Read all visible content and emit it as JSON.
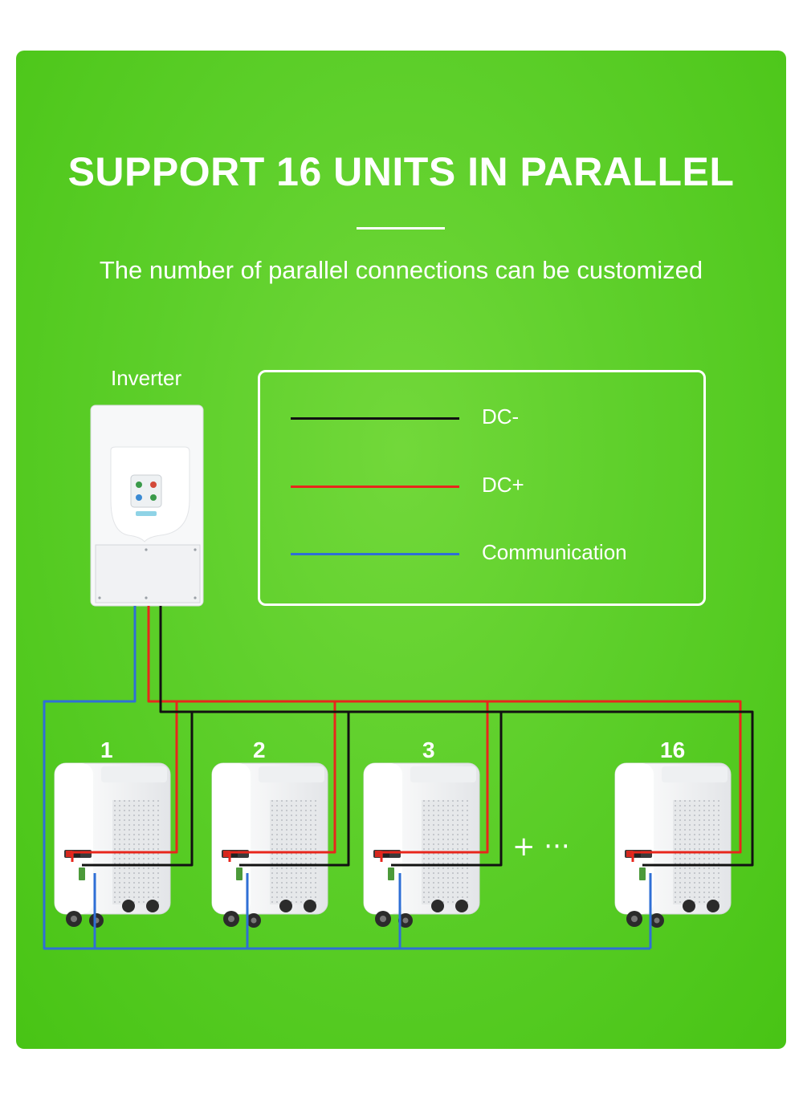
{
  "title": "SUPPORT 16 UNITS IN PARALLEL",
  "subtitle": "The number of parallel connections can be customized",
  "inverter": {
    "label": "Inverter"
  },
  "legend": [
    {
      "label": "DC-",
      "color": "#111111"
    },
    {
      "label": "DC+",
      "color": "#e8261c"
    },
    {
      "label": "Communication",
      "color": "#2f6fd6"
    }
  ],
  "units": [
    {
      "label": "1"
    },
    {
      "label": "2"
    },
    {
      "label": "3"
    },
    {
      "label": "16"
    }
  ],
  "continuation": "+ ···",
  "colors": {
    "background": "#5dcf2a",
    "text": "#ffffff"
  }
}
